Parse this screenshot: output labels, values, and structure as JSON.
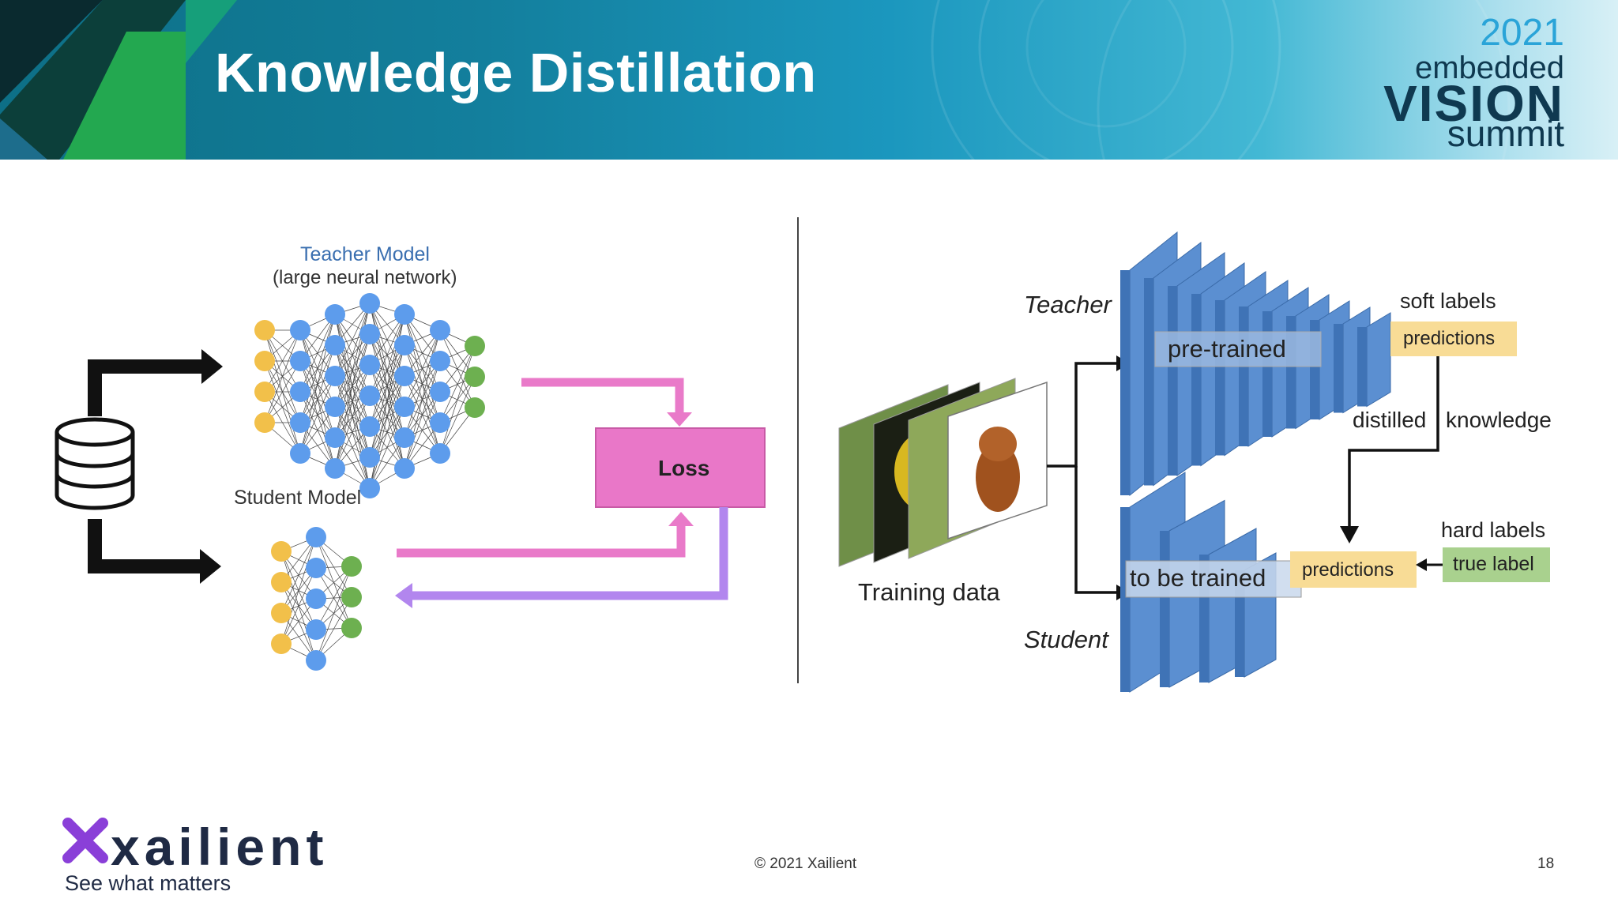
{
  "slide": {
    "title": "Knowledge Distillation",
    "event_logo": {
      "year": "2021",
      "line1": "embedded",
      "line2": "VISION",
      "line3": "summit"
    },
    "footer": {
      "copyright": "© 2021 Xailient",
      "page_number": "18"
    },
    "company_logo": {
      "name": "xailient",
      "tagline": "See what matters"
    }
  },
  "left_diagram": {
    "teacher_title": "Teacher Model",
    "teacher_subtitle": "(large neural network)",
    "student_title": "Student Model",
    "loss_label": "Loss"
  },
  "right_diagram": {
    "teacher_label": "Teacher",
    "student_label": "Student",
    "pretrained_label": "pre-trained",
    "to_be_trained_label": "to be trained",
    "training_data_label": "Training data",
    "soft_labels": "soft labels",
    "soft_predictions": "predictions",
    "distilled_left": "distilled",
    "distilled_right": "knowledge",
    "hard_labels": "hard labels",
    "true_label": "true label",
    "student_predictions": "predictions"
  },
  "colors": {
    "input_nodes": "#f2c04a",
    "hidden_nodes": "#5d9cec",
    "output_nodes": "#6db050",
    "loss_box": "#e977c8",
    "pink_arrow": "#e97ac9",
    "purple_arrow": "#b286ee",
    "layer_blue": "#5b8fd1",
    "prediction_box": "#f8dc96",
    "true_label_box": "#a9d18e"
  }
}
